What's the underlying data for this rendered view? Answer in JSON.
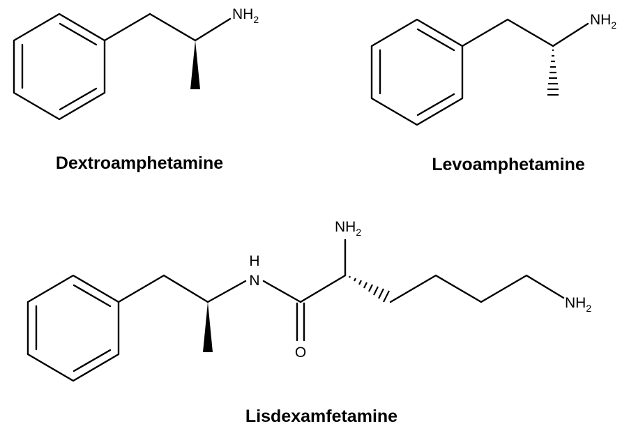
{
  "structures": {
    "dextro": {
      "name": "Dextroamphetamine",
      "amine": {
        "symbol": "NH",
        "sub": "2"
      }
    },
    "levo": {
      "name": "Levoamphetamine",
      "amine": {
        "symbol": "NH",
        "sub": "2"
      }
    },
    "lisdex": {
      "name": "Lisdexamfetamine",
      "amide_n": "N",
      "amide_h": "H",
      "carbonyl_o": "O",
      "alpha_amine": {
        "symbol": "NH",
        "sub": "2"
      },
      "terminal_amine": {
        "symbol": "NH",
        "sub": "2"
      }
    }
  }
}
